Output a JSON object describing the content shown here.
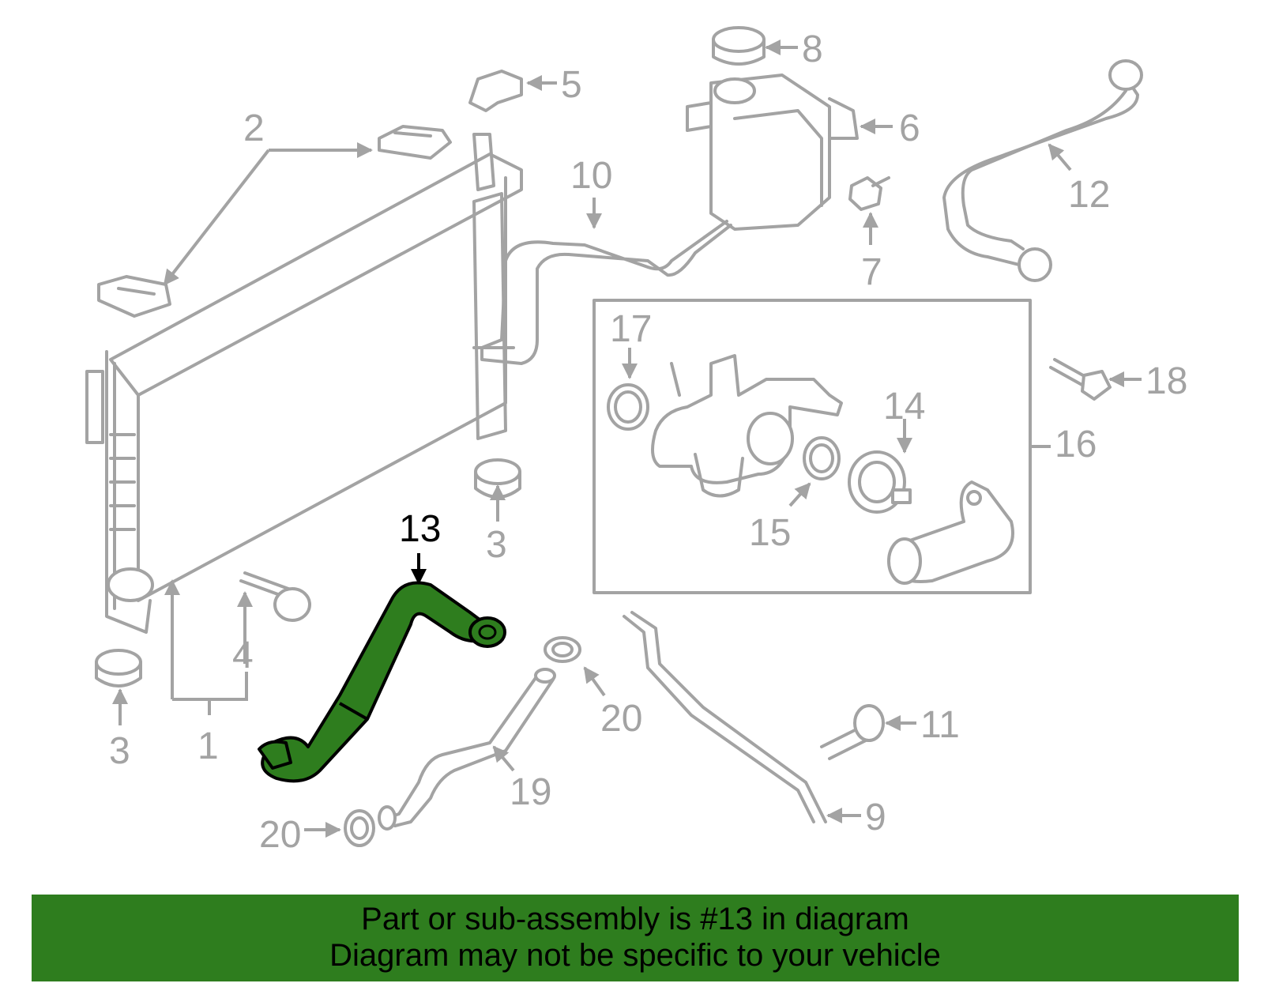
{
  "diagram": {
    "highlighted_part": "13",
    "callouts": {
      "c1": "1",
      "c2": "2",
      "c3a": "3",
      "c3b": "3",
      "c4": "4",
      "c5": "5",
      "c6": "6",
      "c7": "7",
      "c8": "8",
      "c9": "9",
      "c10": "10",
      "c11": "11",
      "c12": "12",
      "c13": "13",
      "c14": "14",
      "c15": "15",
      "c16": "16",
      "c17": "17",
      "c18": "18",
      "c19": "19",
      "c20a": "20",
      "c20b": "20"
    },
    "colors": {
      "highlight": "#2e7d1e",
      "line_art": "#a3a3a3",
      "banner": "#2e7d1e"
    }
  },
  "banner": {
    "line1": "Part or sub-assembly is #13 in diagram",
    "line2": "Diagram may not be specific to your vehicle"
  }
}
